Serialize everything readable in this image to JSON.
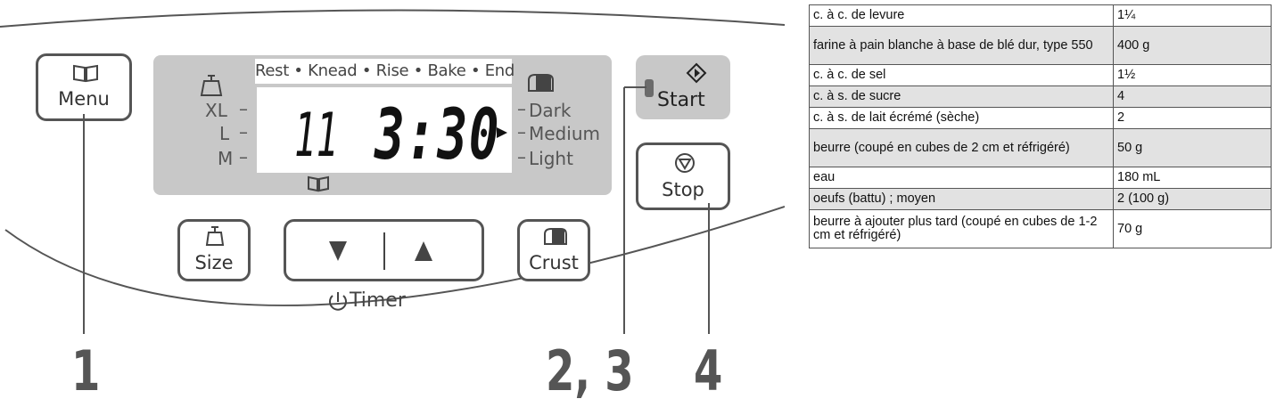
{
  "panel": {
    "buttons": {
      "menu": "Menu",
      "start": "Start",
      "stop": "Stop",
      "size": "Size",
      "crust": "Crust",
      "timer": "Timer"
    },
    "display": {
      "steps": "Rest • Knead • Rise • Bake • End",
      "sizes": [
        "XL",
        "L",
        "M"
      ],
      "crust_levels": [
        "Dark",
        "Medium",
        "Light"
      ],
      "menu_number": "11",
      "time": "3:30"
    },
    "callouts": {
      "menu": "1",
      "start": "2, 3",
      "stop": "4"
    },
    "icons": [
      "book-icon",
      "start-icon",
      "stop-icon",
      "size-weight-icon",
      "crust-bread-icon",
      "timer-power-icon",
      "down-arrow-icon",
      "up-arrow-icon"
    ]
  },
  "recipe": {
    "rows": [
      {
        "ingredient": "c. à c. de levure",
        "amount": "1¼"
      },
      {
        "ingredient": "farine à pain blanche à base de blé dur, type 550",
        "amount": "400 g"
      },
      {
        "ingredient": "c. à c. de sel",
        "amount": "1½"
      },
      {
        "ingredient": "c. à s. de sucre",
        "amount": "4"
      },
      {
        "ingredient": "c. à s. de lait écrémé (sèche)",
        "amount": "2"
      },
      {
        "ingredient": "beurre (coupé en cubes de 2 cm et réfrigéré)",
        "amount": "50 g"
      },
      {
        "ingredient": "eau",
        "amount": "180 mL"
      },
      {
        "ingredient": "oeufs (battu) ; moyen",
        "amount": "2 (100 g)"
      },
      {
        "ingredient": "beurre à ajouter plus tard (coupé en cubes de 1-2 cm et réfrigéré)",
        "amount": "70 g"
      }
    ]
  }
}
